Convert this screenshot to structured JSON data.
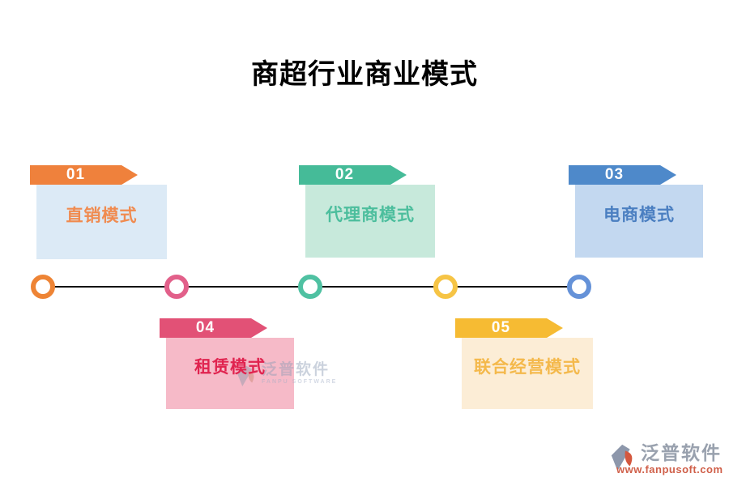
{
  "title": "商超行业商业模式",
  "items": [
    {
      "number": "01",
      "label": "直销模式",
      "accent": "#EF813C",
      "card_bg": "#DCEAF6",
      "label_color": "#F08B50",
      "dot_color": "#EE8435"
    },
    {
      "number": "02",
      "label": "代理商模式",
      "accent": "#45BB98",
      "card_bg": "#C7E9DB",
      "label_color": "#4CBE9D",
      "dot_color": "#4FC1A2"
    },
    {
      "number": "03",
      "label": "电商模式",
      "accent": "#4E89CA",
      "card_bg": "#C3D8F0",
      "label_color": "#4B7FC1",
      "dot_color": "#6592D8"
    },
    {
      "number": "04",
      "label": "租赁模式",
      "accent": "#E25176",
      "card_bg": "#F6BAC8",
      "label_color": "#E0234F",
      "dot_color": "#E2608A"
    },
    {
      "number": "05",
      "label": "联合经营模式",
      "accent": "#F6BB33",
      "card_bg": "#FCEDD6",
      "label_color": "#F4B94C",
      "dot_color": "#F6C445"
    }
  ],
  "timeline": {
    "line_color": "#111111"
  },
  "watermark_center": {
    "brand": "泛普软件",
    "sub": "FANPU SOFTWARE"
  },
  "watermark_footer": {
    "brand": "泛普软件",
    "url": "www.fanpusoft.com"
  }
}
